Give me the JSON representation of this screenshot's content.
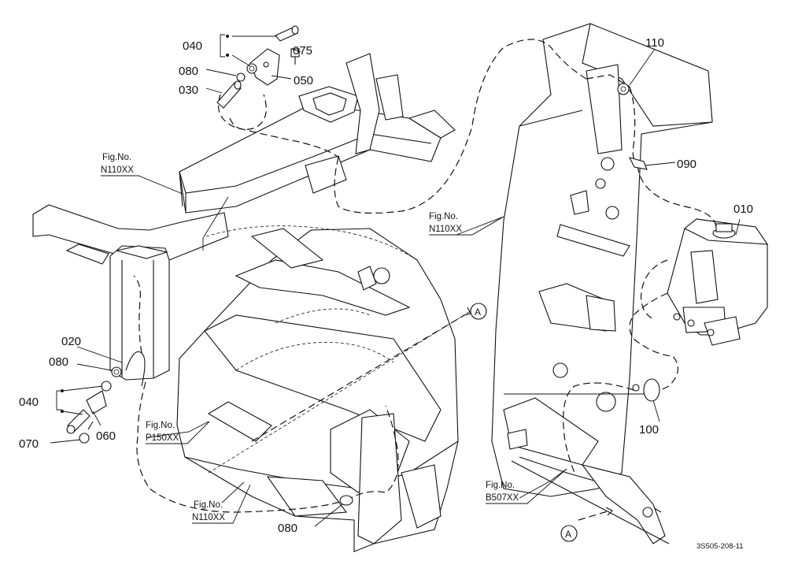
{
  "parts": {
    "p010": "010",
    "p020": "020",
    "p030": "030",
    "p040_top": "040",
    "p040_left": "040",
    "p050": "050",
    "p060": "060",
    "p070": "070",
    "p075": "075",
    "p080_top": "080",
    "p080_left": "080",
    "p080_bottom": "080",
    "p090": "090",
    "p100": "100",
    "p110": "110"
  },
  "figure_refs": {
    "ref_top_left": {
      "line1": "Fig.No.",
      "line2": "N110XX"
    },
    "ref_mid": {
      "line1": "Fig.No.",
      "line2": "N110XX"
    },
    "ref_left": {
      "line1": "Fig.No.",
      "line2": "P150XX"
    },
    "ref_bottom": {
      "line1": "Fig.No.",
      "line2": "N110XX"
    },
    "ref_right": {
      "line1": "Fig.No.",
      "line2": "B507XX"
    }
  },
  "section_markers": {
    "upper": "A",
    "lower": "A"
  },
  "drawing_code": "3S505-208-11"
}
